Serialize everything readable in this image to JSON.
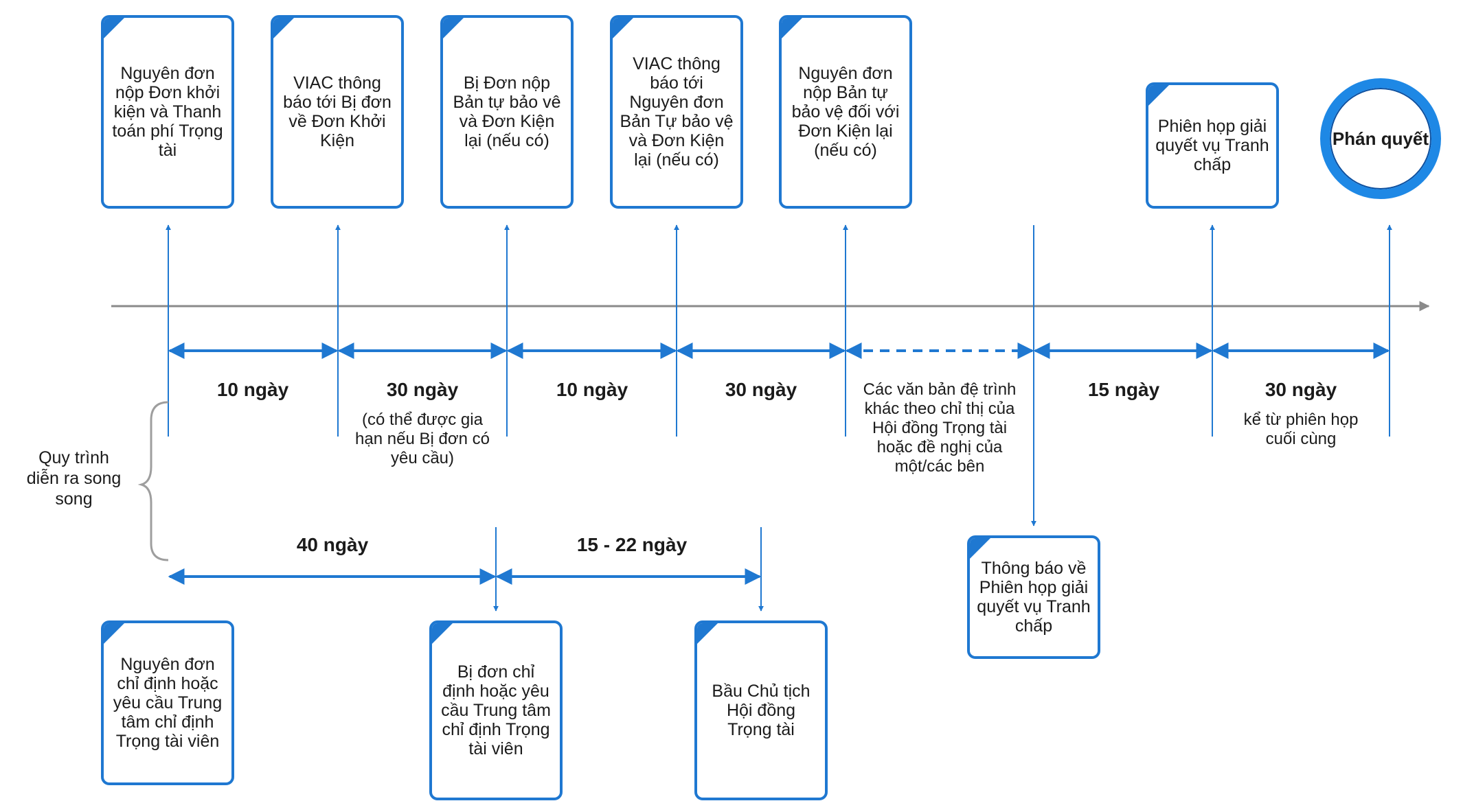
{
  "colors": {
    "accent": "#1f78d1",
    "axis": "#8a8a8a",
    "brace": "#9e9e9e",
    "verdict_ring": "#1e88e5"
  },
  "top_steps": [
    "Nguyên đơn nộp Đơn khởi kiện và Thanh toán phí Trọng tài",
    "VIAC thông báo tới Bị đơn về Đơn Khởi Kiện",
    "Bị Đơn nộp Bản tự bảo vê và Đơn Kiện lại (nếu có)",
    "VIAC thông báo tới Nguyên đơn Bản Tự bảo vệ và Đơn Kiện lại (nếu có)",
    "Nguyên đơn nộp Bản tự bảo vệ đối với Đơn Kiện lại (nếu có)",
    "Phiên họp giải quyết vụ Tranh chấp"
  ],
  "final_step": "Phán quyết",
  "hearing_notice": "Thông báo về Phiên họp giải quyết vụ Tranh chấp",
  "durations": {
    "d1": "10 ngày",
    "d2": "30 ngày",
    "d2_note": "(có thể được gia hạn nếu Bị đơn có yêu cầu)",
    "d3": "10 ngày",
    "d4": "30 ngày",
    "d5_note": "Các văn bản đệ trình khác theo chỉ thị của Hội đồng Trọng tài hoặc đề nghị của một/các bên",
    "d6": "15 ngày",
    "d7": "30 ngày",
    "d7_note": "kể từ phiên họp cuối cùng"
  },
  "parallel_label": "Quy trình diễn ra song song",
  "parallel": {
    "p1": "40 ngày",
    "p2": "15 - 22 ngày",
    "steps": [
      "Nguyên đơn chỉ định hoặc yêu cầu Trung tâm chỉ định Trọng tài viên",
      "Bị đơn chỉ định hoặc yêu cầu Trung tâm chỉ định Trọng tài viên",
      "Bầu Chủ tịch Hội đồng Trọng tài"
    ]
  }
}
